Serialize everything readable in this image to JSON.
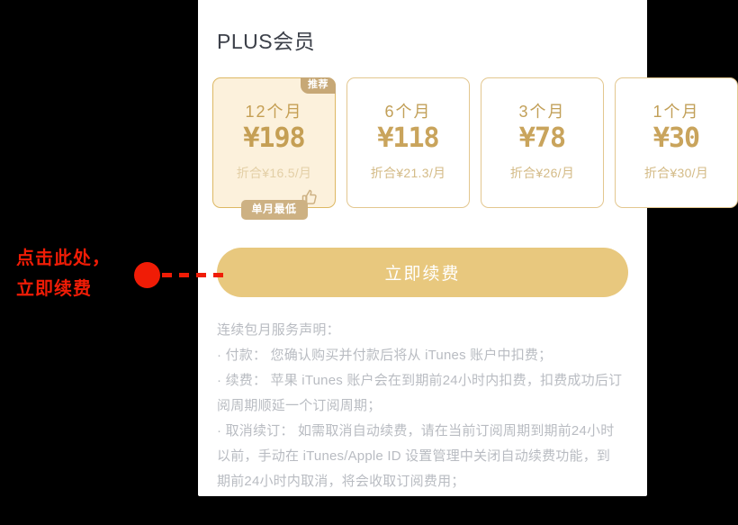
{
  "panel": {
    "title": "PLUS会员"
  },
  "plans": [
    {
      "duration": "12个月",
      "price": "¥198",
      "per_month": "折合¥16.5/月",
      "badge": "推荐",
      "ribbon": "单月最低",
      "selected": true
    },
    {
      "duration": "6个月",
      "price": "¥118",
      "per_month": "折合¥21.3/月",
      "selected": false
    },
    {
      "duration": "3个月",
      "price": "¥78",
      "per_month": "折合¥26/月",
      "selected": false
    },
    {
      "duration": "1个月",
      "price": "¥30",
      "per_month": "折合¥30/月",
      "selected": false
    }
  ],
  "renew_button": {
    "label": "立即续费"
  },
  "terms": {
    "heading": "连续包月服务声明：",
    "lines": [
      "· 付款： 您确认购买并付款后将从 iTunes 账户中扣费；",
      "· 续费： 苹果 iTunes 账户会在到期前24小时内扣费，扣费成功后订阅周期顺延一个订阅周期；",
      "· 取消续订： 如需取消自动续费，请在当前订阅周期到期前24小时以前，手动在 iTunes/Apple ID 设置管理中关闭自动续费功能，到期前24小时内取消，将会收取订阅费用；"
    ]
  },
  "annotation": {
    "line1": "点击此处，",
    "line2": "立即续费"
  },
  "colors": {
    "panel_bg": "#ffffff",
    "title_text": "#3c4049",
    "card_border": "#e3c78f",
    "card_selected_bg": "#fcf1dc",
    "price_gold": "#c9a45c",
    "button_bg": "#e8c87e",
    "badge_bg": "#c7a876",
    "ribbon_bg": "#cdb183",
    "terms_text": "#b9bcc2",
    "annotation_red": "#f01c06"
  }
}
